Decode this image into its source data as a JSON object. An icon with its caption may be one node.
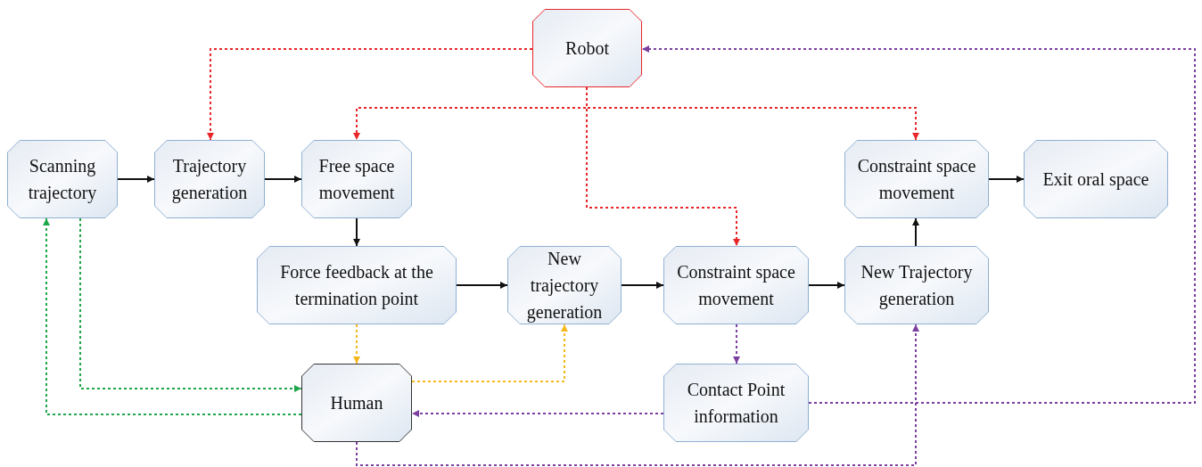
{
  "diagram": {
    "nodes": [
      {
        "text": [
          "Robot"
        ]
      },
      {
        "text": [
          "Scanning trajectory"
        ]
      },
      {
        "text": [
          "Trajectory generation"
        ]
      },
      {
        "text": [
          "Free space movement"
        ]
      },
      {
        "text": [
          "Constraint space movement"
        ]
      },
      {
        "text": [
          "Exit oral space"
        ]
      },
      {
        "text": [
          "Force feedback at the termination point"
        ]
      },
      {
        "text": [
          "New trajectory generation"
        ]
      },
      {
        "text": [
          "Constraint space movement"
        ]
      },
      {
        "text": [
          "New Trajectory generation"
        ]
      },
      {
        "text": [
          "Human"
        ]
      },
      {
        "text": [
          "Contact Point information"
        ]
      }
    ],
    "edges": [
      {
        "from": 1,
        "to": 2,
        "arrow": "to"
      },
      {
        "from": 2,
        "to": 3,
        "arrow": "to"
      },
      {
        "from": 3,
        "to": 6,
        "arrow": "to"
      },
      {
        "from": 6,
        "to": 7,
        "arrow": "to"
      },
      {
        "from": 7,
        "to": 8,
        "arrow": "to"
      },
      {
        "from": 8,
        "to": 9,
        "arrow": "to"
      },
      {
        "from": 9,
        "to": 4,
        "arrow": "to"
      },
      {
        "from": 4,
        "to": 5,
        "arrow": "to"
      },
      {
        "from": 0,
        "to": 2,
        "arrow": "to",
        "style": "dashed",
        "color": "#e8262a"
      },
      {
        "from": 0,
        "to": 3,
        "arrow": "to",
        "style": "dashed",
        "color": "#e8262a"
      },
      {
        "from": 0,
        "to": 4,
        "arrow": "to",
        "style": "dashed",
        "color": "#e8262a"
      },
      {
        "from": 0,
        "to": 8,
        "arrow": "to",
        "style": "dashed",
        "color": "#e8262a"
      },
      {
        "from": 1,
        "to": 10,
        "arrow": "to",
        "style": "dashed",
        "color": "#1fa64a"
      },
      {
        "from": 10,
        "to": 1,
        "arrow": "to",
        "style": "dashed",
        "color": "#1fa64a"
      },
      {
        "from": 6,
        "to": 10,
        "arrow": "to",
        "style": "dashed",
        "color": "#f5b81c"
      },
      {
        "from": 10,
        "to": 7,
        "arrow": "to",
        "style": "dashed",
        "color": "#f5b81c"
      },
      {
        "from": 8,
        "to": 11,
        "arrow": "to",
        "style": "dashed",
        "color": "#7b3fa0"
      },
      {
        "from": 11,
        "to": 10,
        "arrow": "to",
        "style": "dashed",
        "color": "#7b3fa0"
      },
      {
        "from": 11,
        "to": 0,
        "arrow": "to",
        "style": "dashed",
        "color": "#7b3fa0"
      },
      {
        "from": 10,
        "to": 9,
        "arrow": "to",
        "style": "dashed",
        "color": "#7b3fa0"
      }
    ]
  }
}
